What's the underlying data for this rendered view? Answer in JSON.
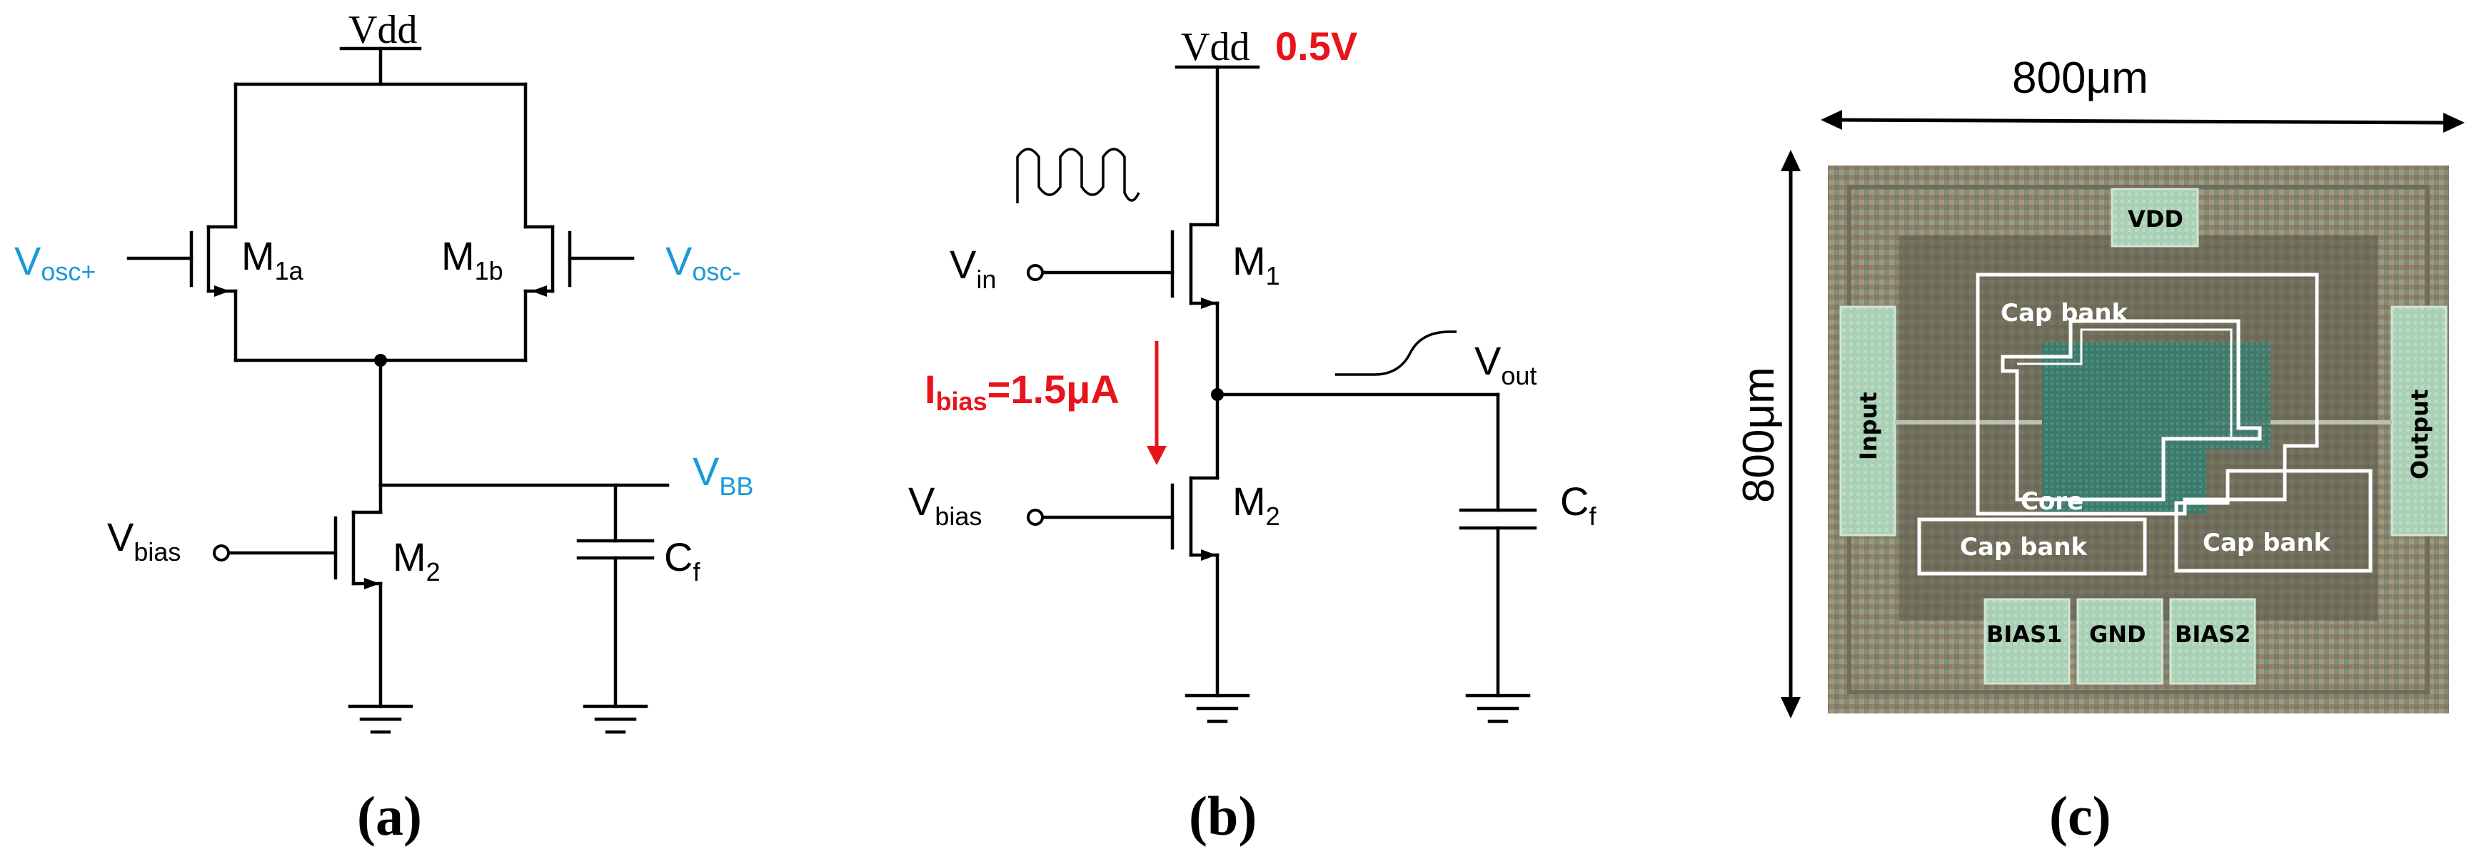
{
  "panel_a": {
    "vdd": "Vdd",
    "vosc_plus": "V",
    "vosc_plus_sub": "osc+",
    "vosc_minus": "V",
    "vosc_minus_sub": "osc-",
    "m1a": "M",
    "m1a_sub": "1a",
    "m1b": "M",
    "m1b_sub": "1b",
    "vbb": "V",
    "vbb_sub": "BB",
    "vbias": "V",
    "vbias_sub": "bias",
    "m2": "M",
    "m2_sub": "2",
    "cf": "C",
    "cf_sub": "f",
    "caption": "(a)"
  },
  "panel_b": {
    "vdd": "Vdd",
    "vdd_value": "0.5V",
    "vin": "V",
    "vin_sub": "in",
    "m1": "M",
    "m1_sub": "1",
    "ibias": "I",
    "ibias_sub": "bias",
    "ibias_value": "=1.5μA",
    "vout": "V",
    "vout_sub": "out",
    "vbias": "V",
    "vbias_sub": "bias",
    "m2": "M",
    "m2_sub": "2",
    "cf": "C",
    "cf_sub": "f",
    "caption": "(b)"
  },
  "panel_c": {
    "width_label": "800μm",
    "height_label": "800μm",
    "pads": {
      "vdd": "VDD",
      "input": "Input",
      "output": "Output",
      "bias1": "BIAS1",
      "gnd": "GND",
      "bias2": "BIAS2"
    },
    "regions": {
      "cap_bank_top": "Cap bank",
      "core": "Core",
      "cap_bank_left": "Cap bank",
      "cap_bank_right": "Cap bank"
    },
    "caption": "(c)"
  },
  "colors": {
    "accent_blue": "#1a9ad7",
    "accent_red": "#e8141b"
  }
}
